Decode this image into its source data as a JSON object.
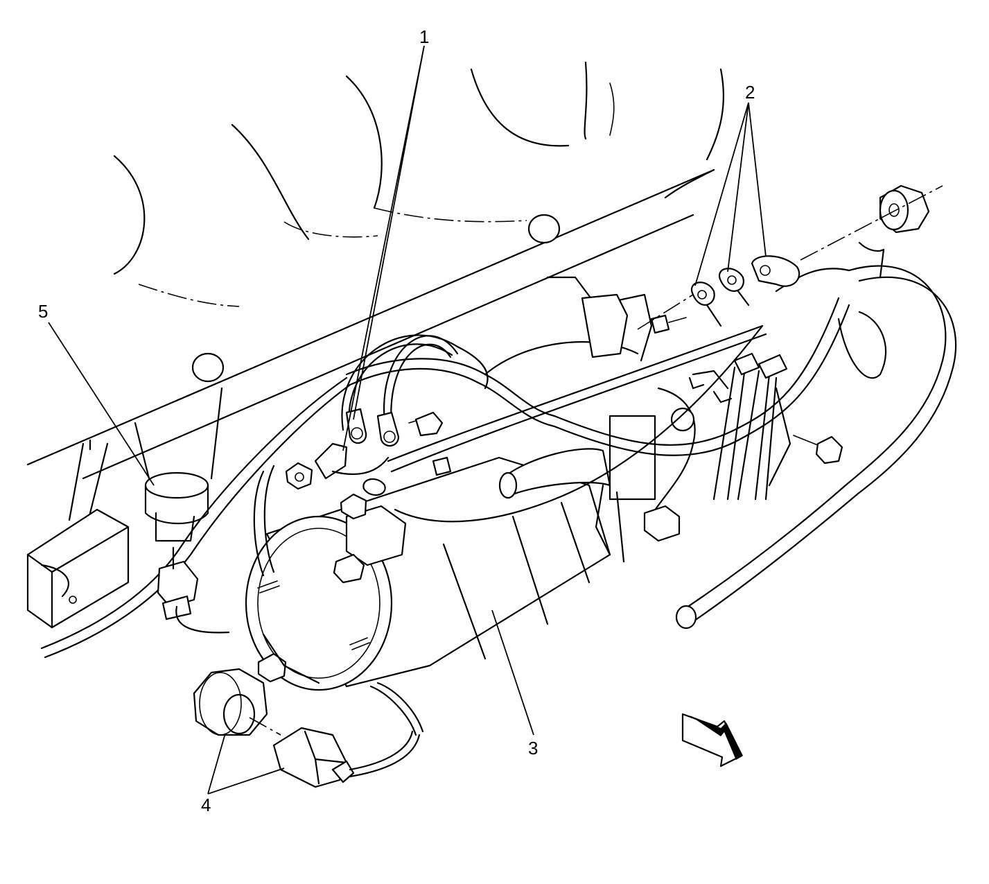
{
  "callouts": {
    "c1": "1",
    "c2": "2",
    "c3": "3",
    "c4": "4",
    "c5": "5"
  },
  "icons": {
    "direction_arrow": "front-direction-arrow-icon"
  }
}
